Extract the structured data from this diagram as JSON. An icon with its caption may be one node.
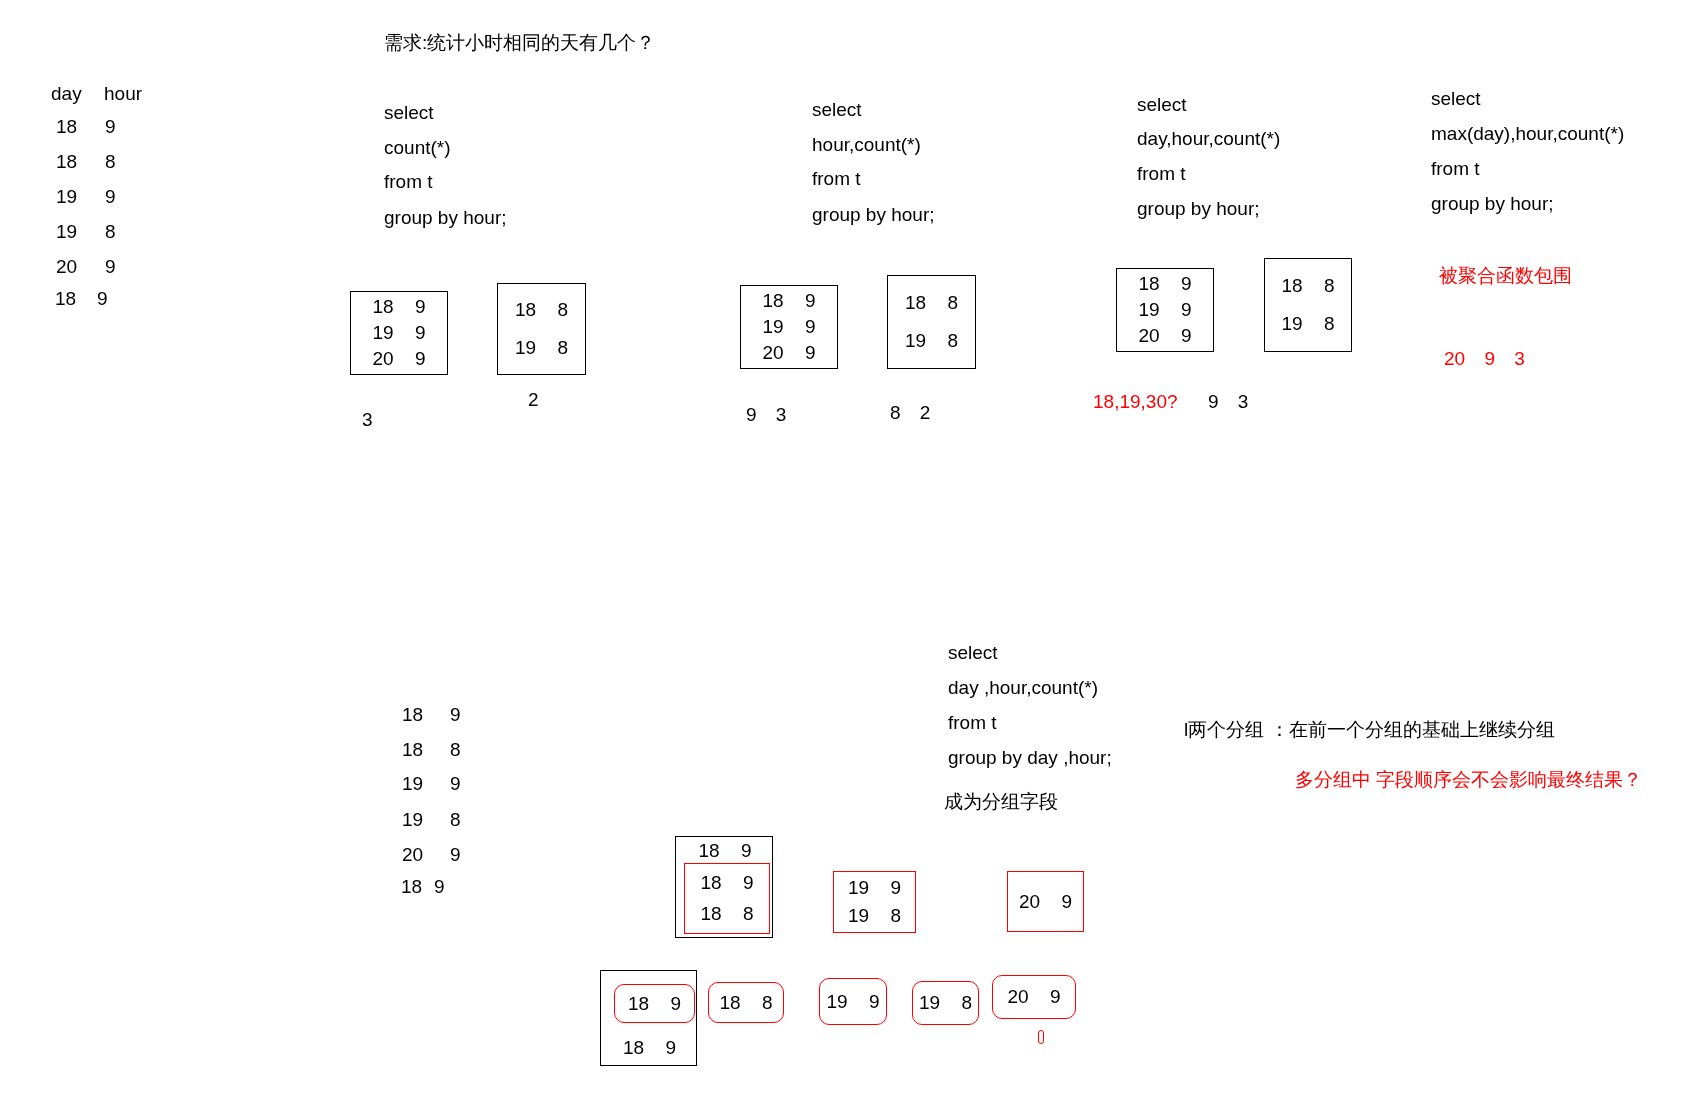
{
  "diagram": {
    "nodes": [
      {
        "text": [
          "18 9",
          "19 9",
          "20 9"
        ]
      },
      {
        "text": [
          "18 8",
          "19 8"
        ]
      },
      {
        "text": [
          "18 9",
          "19 9",
          "20 9"
        ]
      },
      {
        "text": [
          "18 8",
          "19 8"
        ]
      },
      {
        "text": [
          "18 9",
          "19 9",
          "20 9"
        ]
      },
      {
        "text": [
          "18 8",
          "19 8"
        ]
      },
      {
        "text": [
          "18 9"
        ]
      },
      {
        "text": [
          "18 9",
          "18 8"
        ],
        "in": 6
      },
      {
        "text": [
          "19 9",
          "19 8"
        ]
      },
      {
        "text": [
          "20 9"
        ]
      },
      {
        "text": [
          "18 9"
        ]
      },
      {
        "text": [
          "18 9"
        ],
        "in": 10
      },
      {
        "text": [
          "18 8"
        ]
      },
      {
        "text": [
          "19 9"
        ]
      },
      {
        "text": [
          "19 8"
        ]
      },
      {
        "text": [
          "20 9"
        ]
      },
      {
        "text": [],
        "shape": "box"
      }
    ],
    "labels": [
      "需求:统计小时相同的天有几个？",
      "day",
      "hour",
      "18",
      "9",
      "18",
      "8",
      "19",
      "9",
      "19",
      "8",
      "20",
      "9",
      "18",
      "9",
      "select",
      "count(*)",
      "from t",
      "group by hour;",
      "select",
      "hour,count(*)",
      "from t",
      "group by hour;",
      "select",
      "day,hour,count(*)",
      "from t",
      "group by hour;",
      "select",
      "max(day),hour,count(*)",
      "from t",
      "group by hour;",
      "被聚合函数包围",
      "20 9 3",
      "3",
      "2",
      "9 3",
      "8 2",
      "18,19,30?",
      "9 3",
      "18",
      "9",
      "18",
      "8",
      "19",
      "9",
      "19",
      "8",
      "20",
      "9",
      "18",
      "9",
      "select",
      "day ,hour,count(*)",
      "from t",
      "group by day ,hour;",
      "l两个分组 ：在前一个分组的基础上继续分组",
      "多分组中 字段顺序会不会影响最终结果？",
      "成为分组字段"
    ]
  }
}
